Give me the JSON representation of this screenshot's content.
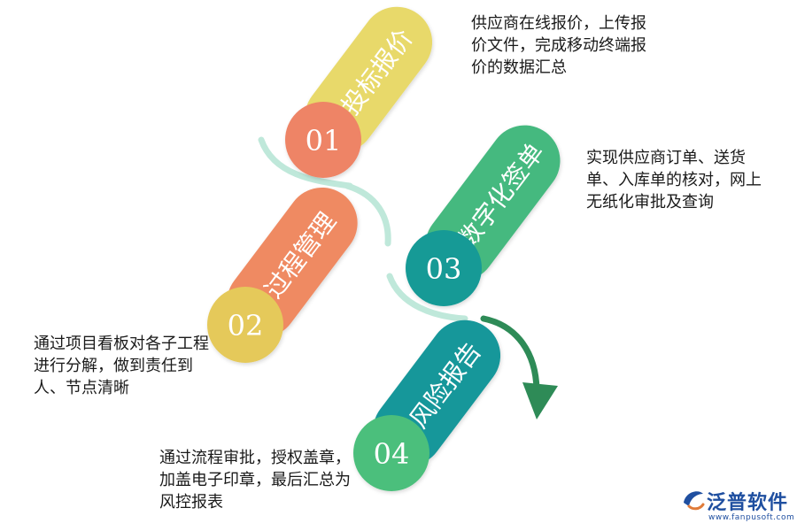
{
  "steps": [
    {
      "num": "01",
      "title": "投标报价",
      "desc": "供应商在线报价，上传报价文件，完成移动终端报价的数据汇总",
      "color": "#e8d96a",
      "badge": "#ee8466"
    },
    {
      "num": "02",
      "title": "过程管理",
      "desc": "通过项目看板对各子工程进行分解，做到责任到人、节点清晰",
      "color": "#ef8a62",
      "badge": "#e5c95a"
    },
    {
      "num": "03",
      "title": "数字化签单",
      "desc": "实现供应商订单、送货单、入库单的核对，网上无纸化审批及查询",
      "color": "#45b97f",
      "badge": "#149a96"
    },
    {
      "num": "04",
      "title": "风险报告",
      "desc": "通过流程审批，授权盖章，加盖电子印章，最后汇总为风控报表",
      "color": "#14979a",
      "badge": "#4cbf7c"
    }
  ],
  "brand": {
    "name": "泛普软件",
    "url": "www.fanpusoft.com",
    "color": "#1f4fa0"
  },
  "colors": {
    "arc_light": "#bfe8da",
    "arrow": "#2e8b57"
  }
}
